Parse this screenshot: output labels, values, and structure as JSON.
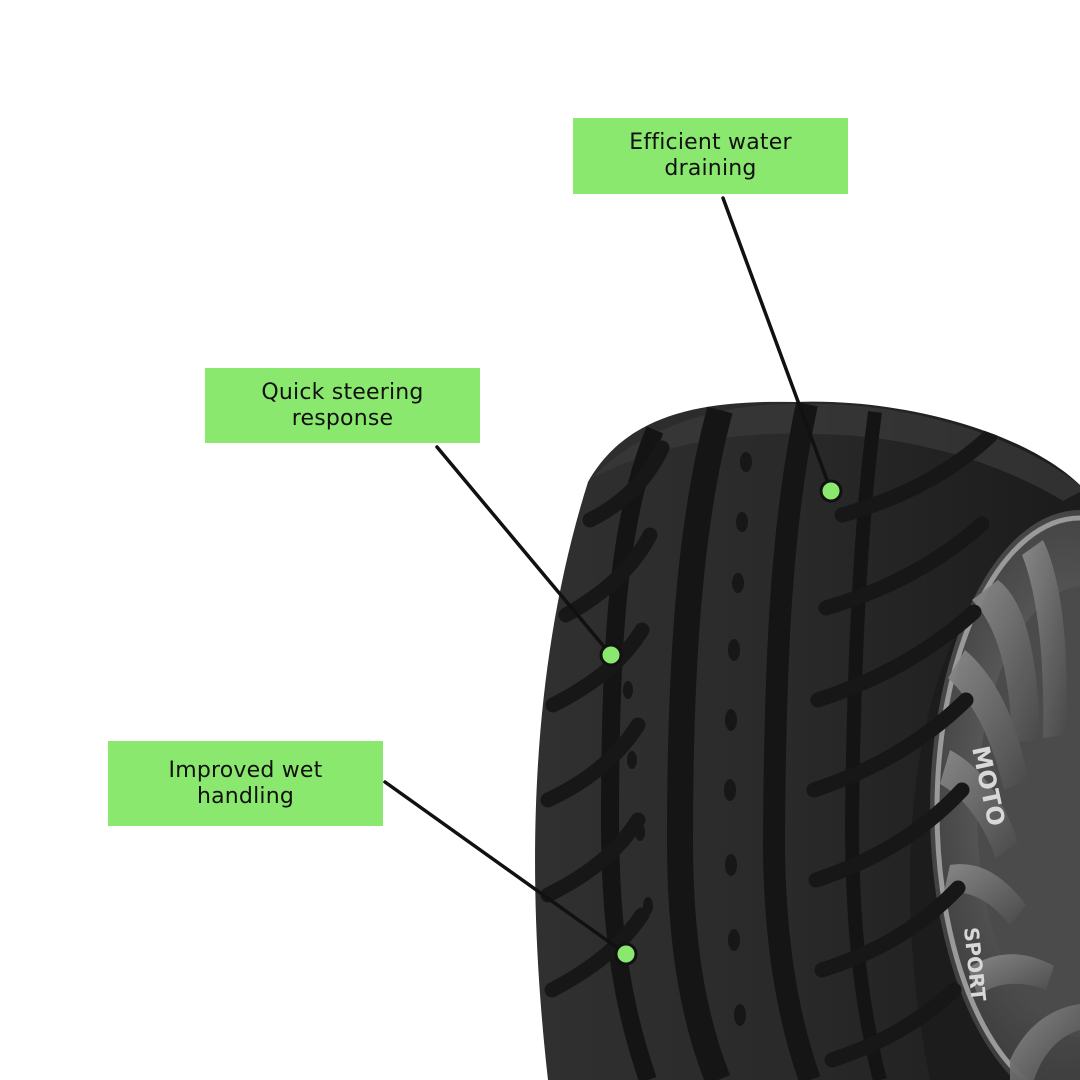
{
  "image": {
    "subject": "tire",
    "accent_color": "#8be86f",
    "line_color": "#111111",
    "background_color": "#ffffff"
  },
  "callouts": [
    {
      "id": "water",
      "label": "Efficient water\ndraining"
    },
    {
      "id": "steering",
      "label": "Quick steering\nresponse"
    },
    {
      "id": "wet",
      "label": "Improved wet\nhandling"
    }
  ],
  "sidewall_text": {
    "top": "MOTO",
    "bottom": "SPORT"
  }
}
